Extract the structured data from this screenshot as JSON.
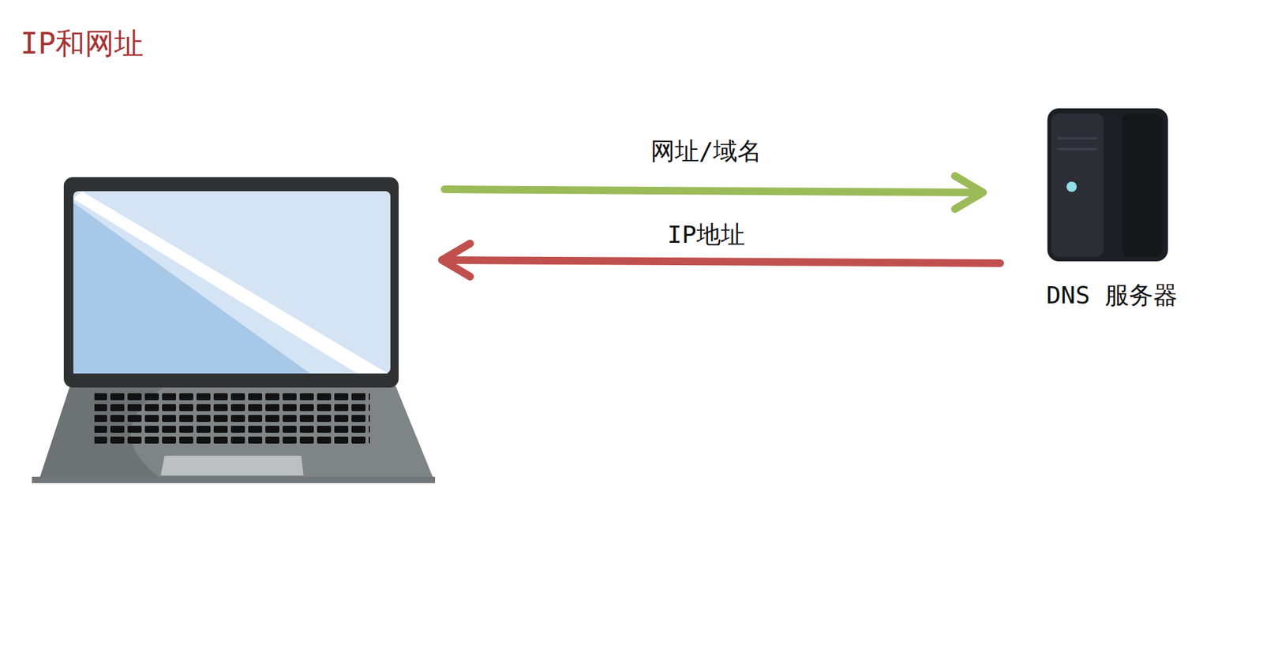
{
  "diagram": {
    "title": "IP和网址",
    "nodes": [
      {
        "text": [
          "DNS 服务器"
        ]
      }
    ],
    "labels": [
      "网址/域名",
      "IP地址"
    ]
  }
}
